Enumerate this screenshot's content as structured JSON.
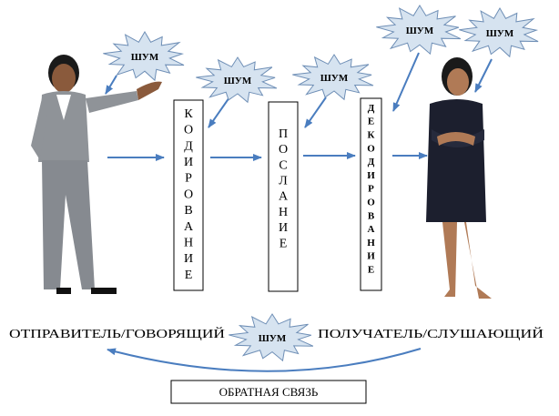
{
  "noise_label": "ШУМ",
  "stages": [
    {
      "id": "encoding",
      "letters": [
        "К",
        "О",
        "Д",
        "И",
        "Р",
        "О",
        "В",
        "А",
        "Н",
        "И",
        "Е"
      ]
    },
    {
      "id": "message",
      "letters": [
        "П",
        "О",
        "С",
        "Л",
        "А",
        "Н",
        "И",
        "Е"
      ]
    },
    {
      "id": "decoding",
      "letters": [
        "Д",
        "Е",
        "К",
        "О",
        "Д",
        "И",
        "Р",
        "О",
        "В",
        "А",
        "Н",
        "И",
        "Е"
      ]
    }
  ],
  "sender_label": "ОТПРАВИТЕЛЬ/ГОВОРЯЩИЙ",
  "receiver_label": "ПОЛУЧАТЕЛЬ/СЛУШАЮЩИЙ",
  "feedback_label": "ОБРАТНАЯ СВЯЗЬ",
  "colors": {
    "arrow": "#4a7dbf",
    "burst_fill": "#d6e3f0",
    "burst_stroke": "#6f8fb6",
    "text": "#000000",
    "box_border": "#000000",
    "sender_suit": "#8f9398",
    "receiver_dress": "#1c1f2e"
  },
  "icons": {
    "sender": "businesswoman-in-grey-suit-figure",
    "receiver": "woman-in-dark-dress-figure",
    "noise": "starburst-icon"
  }
}
